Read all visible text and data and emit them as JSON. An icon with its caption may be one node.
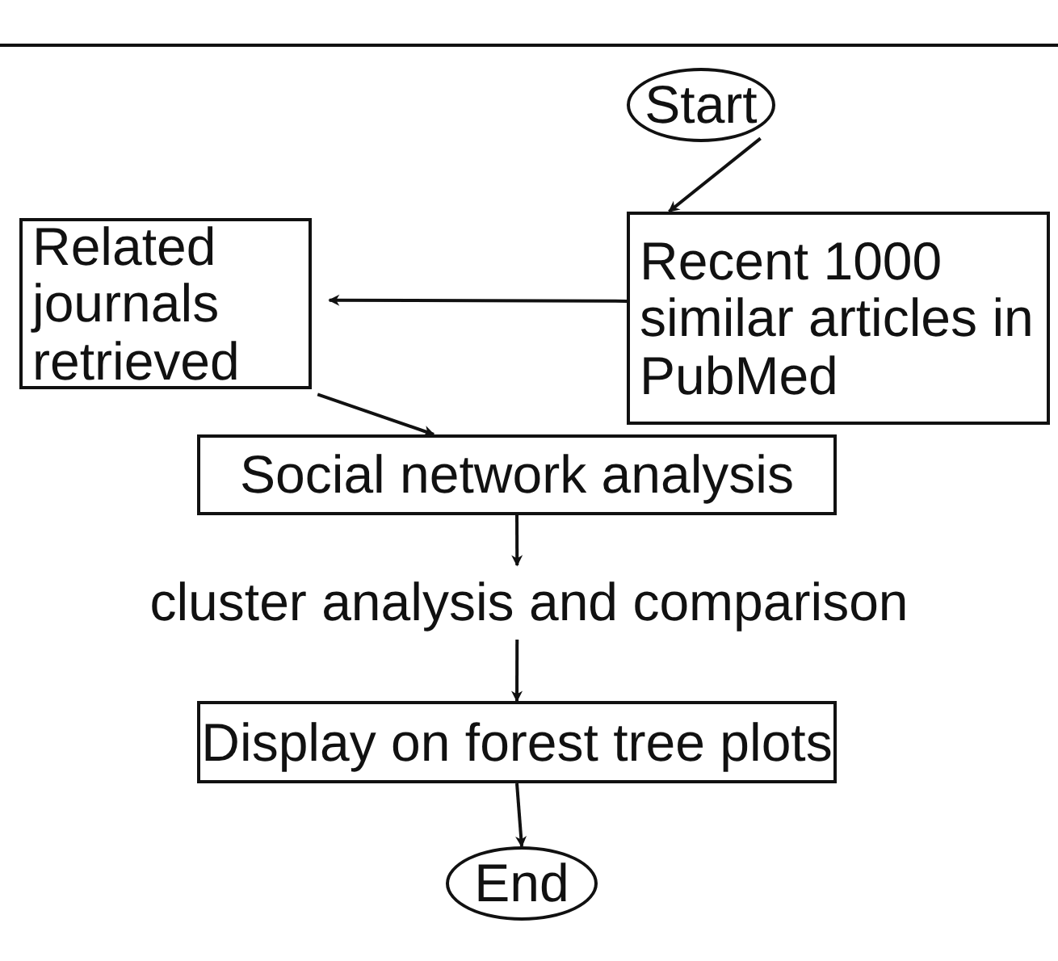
{
  "diagram": {
    "nodes": [
      {
        "text": [
          "Start"
        ]
      },
      {
        "text": [
          "Recent 1000 similar articles in PubMed"
        ]
      },
      {
        "text": [
          "Related journals retrieved"
        ]
      },
      {
        "text": [
          "Social network analysis"
        ]
      },
      {
        "text": [
          "cluster analysis and comparison"
        ]
      },
      {
        "text": [
          "Display on forest tree plots"
        ]
      },
      {
        "text": [
          "End"
        ]
      }
    ],
    "edges": [
      {
        "from": 0,
        "to": 1,
        "arrow": "to"
      },
      {
        "from": 1,
        "to": 2,
        "arrow": "to"
      },
      {
        "from": 2,
        "to": 3,
        "arrow": "to"
      },
      {
        "from": 3,
        "to": 4,
        "arrow": "to"
      },
      {
        "from": 4,
        "to": 5,
        "arrow": "to"
      },
      {
        "from": 5,
        "to": 6,
        "arrow": "to"
      }
    ]
  }
}
